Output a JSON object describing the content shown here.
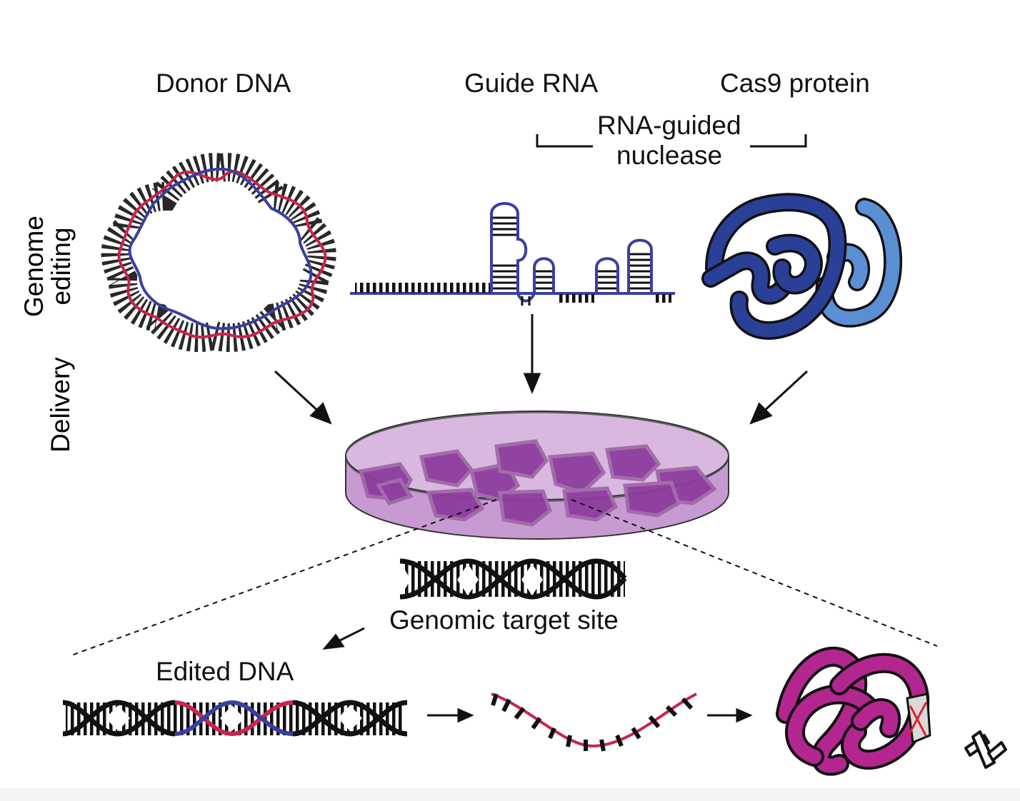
{
  "labels": {
    "donor_dna": "Donor DNA",
    "guide_rna": "Guide RNA",
    "cas9_protein": "Cas9 protein",
    "rna_guided_line1": "RNA-guided",
    "rna_guided_line2": "nuclease",
    "genome_editing_line1": "Genome",
    "genome_editing_line2": "editing",
    "delivery": "Delivery",
    "genomic_target_site": "Genomic target site",
    "edited_dna": "Edited DNA"
  },
  "colors": {
    "dna_red": "#c8254e",
    "dna_blue": "#3a3fa0",
    "cas9_dark": "#2a3f96",
    "cas9_light": "#5b8fd3",
    "dish_purple": "#b68bc4",
    "cell_purple": "#8e3d9e",
    "protein_magenta": "#b3268f"
  },
  "icons": {
    "corner_logo": "antibody-icon"
  }
}
